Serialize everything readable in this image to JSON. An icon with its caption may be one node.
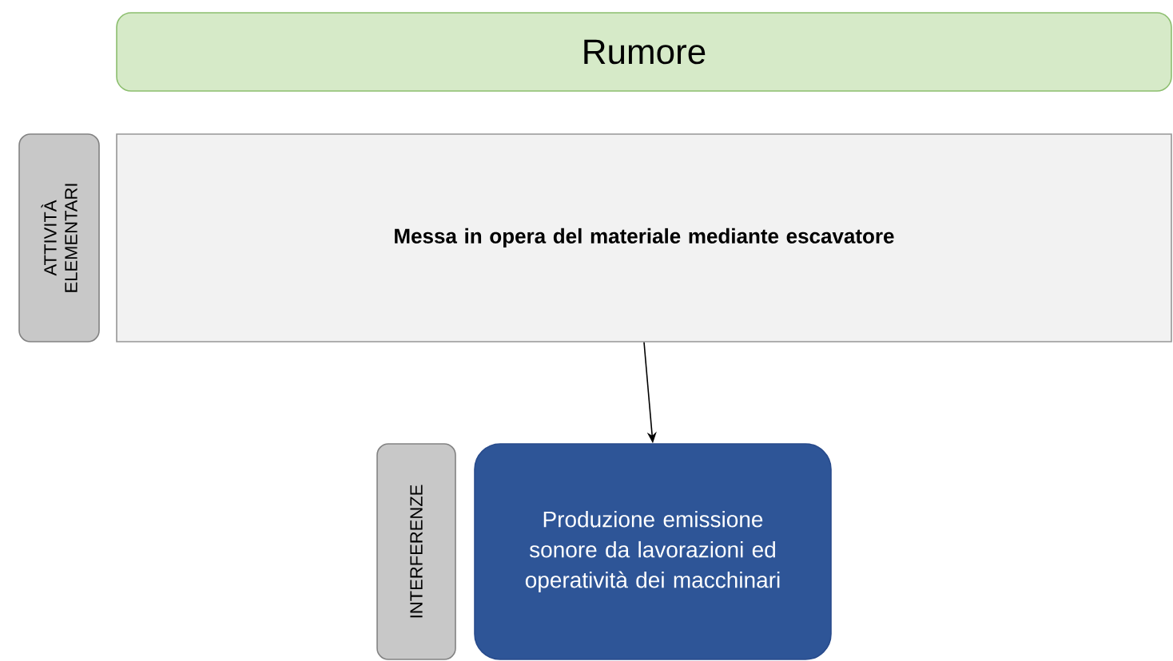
{
  "diagram": {
    "nodes": [
      {
        "text": [
          "Rumore"
        ]
      },
      {
        "text": [
          "ATTIVITÀ ELEMENTARI"
        ]
      },
      {
        "text": [
          "Messa in opera del materiale mediante escavatore"
        ]
      },
      {
        "text": [
          "INTERFERENZE"
        ]
      },
      {
        "text": [
          "Produzione emissione sonore da lavorazioni ed operatività dei macchinari"
        ]
      }
    ],
    "edges": [
      {
        "from": 2,
        "to": 4,
        "arrow": "to"
      }
    ]
  }
}
